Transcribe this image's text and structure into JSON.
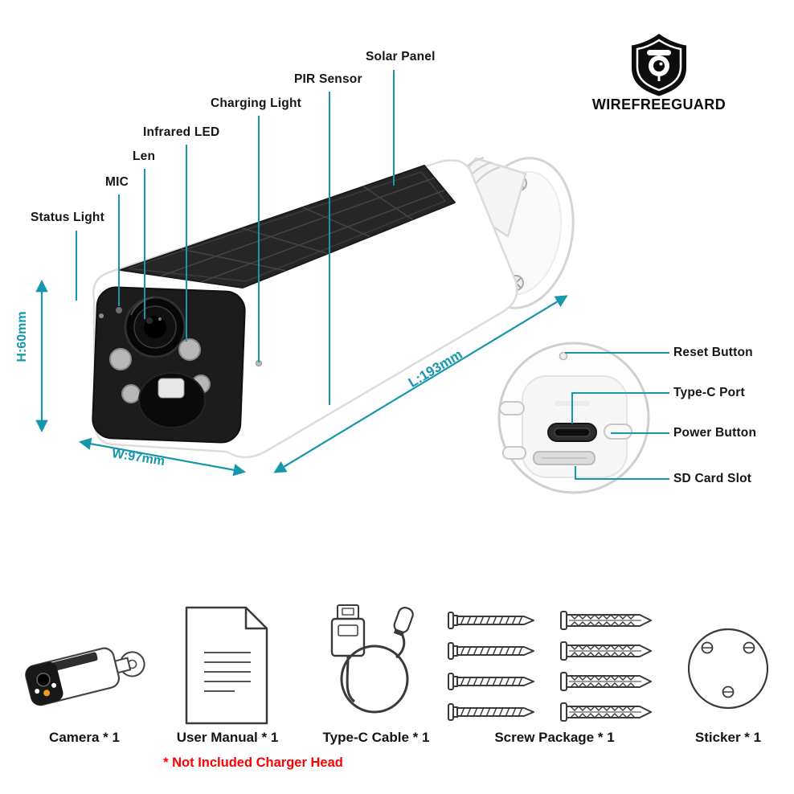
{
  "colors": {
    "accent": "#1697ac",
    "ink": "#151515",
    "note_red": "#fe0000"
  },
  "logo": {
    "brand": "WIREFREEGUARD"
  },
  "part_labels": {
    "solar_panel": "Solar Panel",
    "pir_sensor": "PIR Sensor",
    "charging_light": "Charging Light",
    "infrared_led": "Infrared LED",
    "len": "Len",
    "mic": "MIC",
    "status_light": "Status Light"
  },
  "back_labels": {
    "reset": "Reset Button",
    "typec": "Type-C Port",
    "power": "Power Button",
    "sd": "SD Card Slot"
  },
  "dimensions": {
    "h": "H:60mm",
    "w": "W:97mm",
    "l": "L:193mm"
  },
  "package": {
    "items": [
      {
        "name": "camera",
        "label": "Camera * 1"
      },
      {
        "name": "user-manual",
        "label": "User Manual * 1"
      },
      {
        "name": "type-c-cable",
        "label": "Type-C Cable * 1"
      },
      {
        "name": "screw-package",
        "label": "Screw Package * 1"
      },
      {
        "name": "sticker",
        "label": "Sticker * 1"
      }
    ],
    "note": "* Not Included Charger Head"
  }
}
